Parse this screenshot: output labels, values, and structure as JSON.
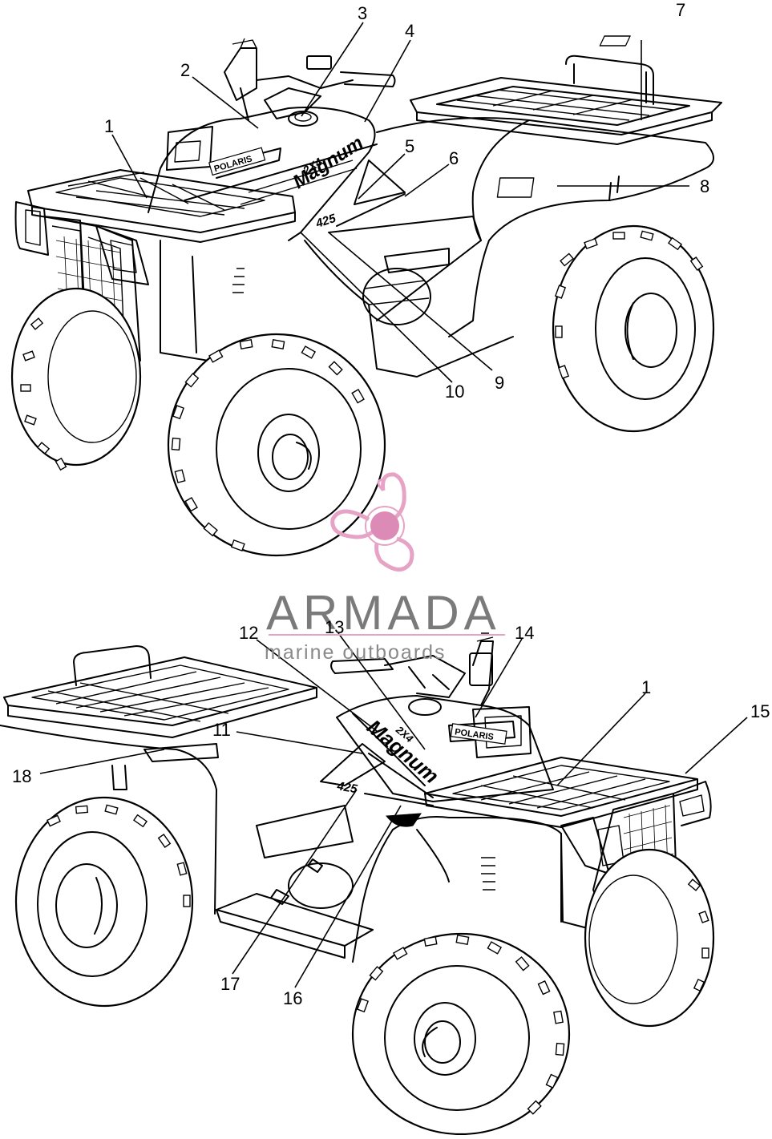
{
  "diagram": {
    "callouts": [
      {
        "id": "c1a",
        "label": "1"
      },
      {
        "id": "c2",
        "label": "2"
      },
      {
        "id": "c3",
        "label": "3"
      },
      {
        "id": "c4",
        "label": "4"
      },
      {
        "id": "c5",
        "label": "5"
      },
      {
        "id": "c6",
        "label": "6"
      },
      {
        "id": "c7",
        "label": "7"
      },
      {
        "id": "c8",
        "label": "8"
      },
      {
        "id": "c9",
        "label": "9"
      },
      {
        "id": "c10",
        "label": "10"
      },
      {
        "id": "c11",
        "label": "11"
      },
      {
        "id": "c12",
        "label": "12"
      },
      {
        "id": "c13",
        "label": "13"
      },
      {
        "id": "c14",
        "label": "14"
      },
      {
        "id": "c1b",
        "label": "1"
      },
      {
        "id": "c15",
        "label": "15"
      },
      {
        "id": "c16",
        "label": "16"
      },
      {
        "id": "c17",
        "label": "17"
      },
      {
        "id": "c18",
        "label": "18"
      }
    ],
    "decals": {
      "top_model": "Magnum",
      "top_drive": "2X4",
      "top_engine": "425",
      "top_brand": "POLARIS",
      "bottom_model": "Magnum",
      "bottom_drive": "2X4",
      "bottom_engine": "425",
      "bottom_brand": "POLARIS"
    }
  },
  "watermark": {
    "name": "ARMADA",
    "tagline": "marine outboards",
    "colors": {
      "pink": "#e7a3c6",
      "pink_dark": "#dc8ab6",
      "gray": "#7a7a7a"
    }
  }
}
